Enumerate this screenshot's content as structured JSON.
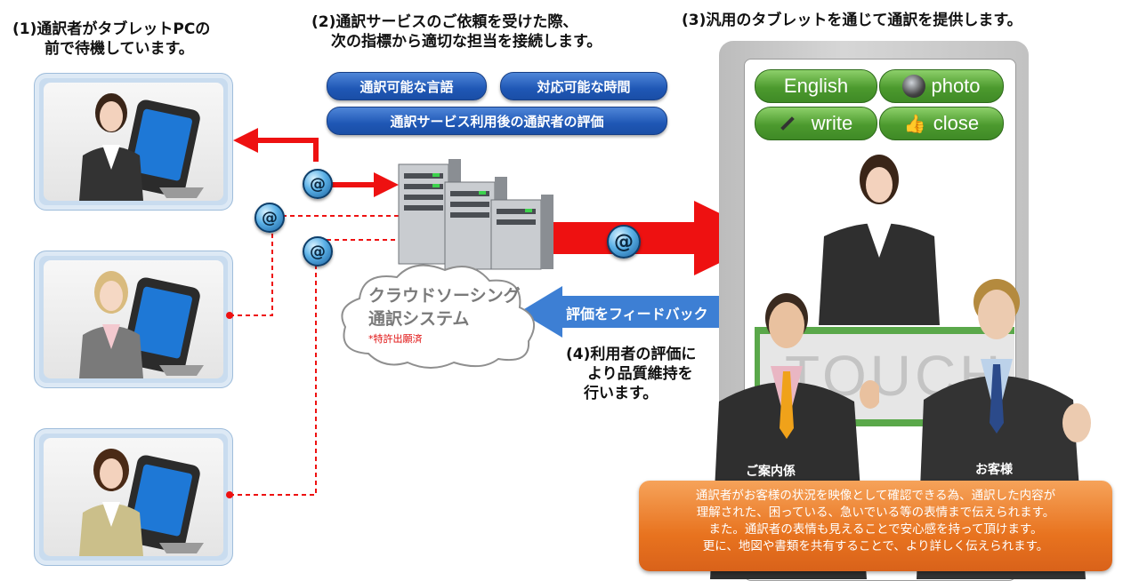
{
  "headings": {
    "step1_line1": "(1)通訳者がタブレットPCの",
    "step1_line2": "前で待機しています。",
    "step2_line1": "(2)通訳サービスのご依頼を受けた際、",
    "step2_line2": "次の指標から適切な担当を接続します。",
    "step3": "(3)汎用のタブレットを通じて通訳を提供します。",
    "step4_line1": "(4)利用者の評価に",
    "step4_line2": "より品質維持を",
    "step4_line3": "行います。"
  },
  "criteria": {
    "languages": "通訳可能な言語",
    "hours": "対応可能な時間",
    "rating": "通訳サービス利用後の通訳者の評価"
  },
  "at_symbol": "@",
  "cloud": {
    "line1": "クラウドソーシング",
    "line2": "通訳システム",
    "patent": "*特許出願済"
  },
  "feedback_arrow": "評価をフィードバック",
  "tablet_buttons": {
    "english": "English",
    "photo": "photo",
    "write": "write",
    "close": "close"
  },
  "touch_text": "TOUCH",
  "labels": {
    "staff": "ご案内係",
    "customer": "お客様"
  },
  "note": {
    "line1": "通訳者がお客様の状況を映像として確認できる為、通訳した内容が",
    "line2": "理解された、困っている、急いでいる等の表情まで伝えられます。",
    "line3": "また。通訳者の表情も見えることで安心感を持って頂けます。",
    "line4": "更に、地図や書類を共有することで、より詳しく伝えられます。"
  },
  "colors": {
    "red_arrow": "#ee1111",
    "blue_pill": "#1f57b5",
    "green_button": "#4c9a2e",
    "orange_note": "#e8731f"
  }
}
